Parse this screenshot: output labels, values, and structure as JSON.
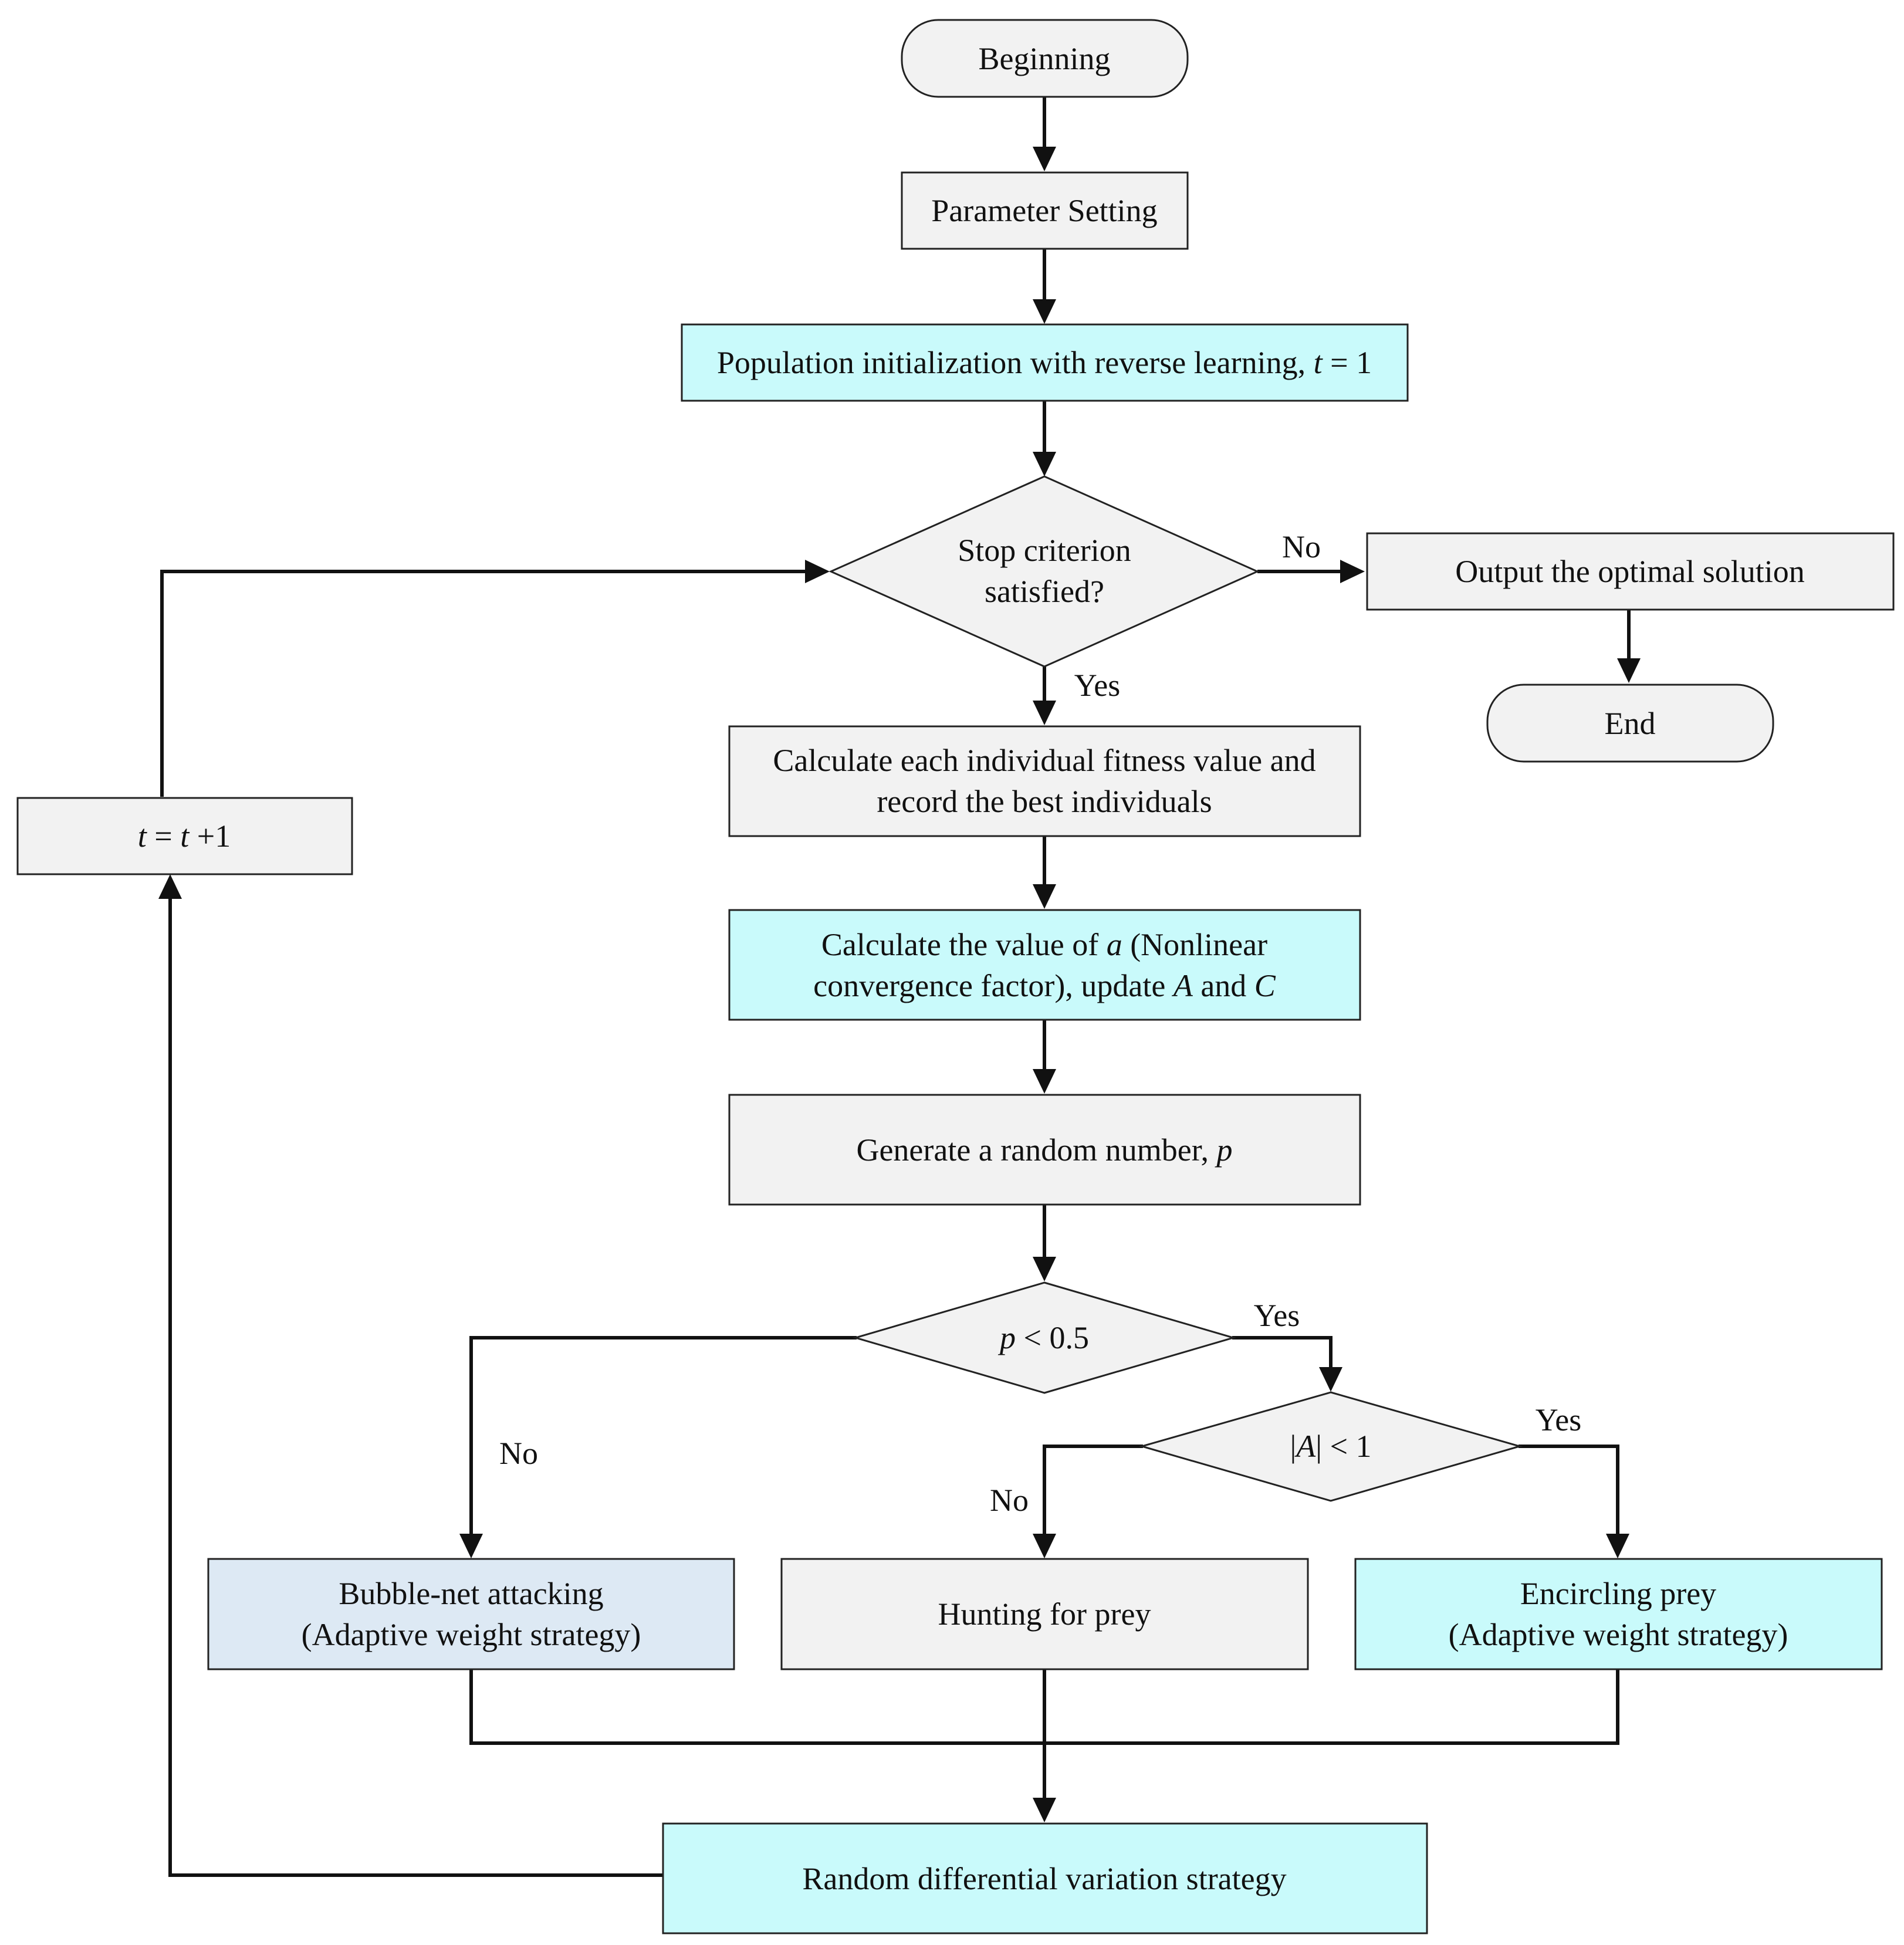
{
  "colors": {
    "gray_node": "#f2f2f2",
    "cyan_node": "#c9fafb",
    "blue_node": "#dde9f4",
    "line": "#111111"
  },
  "nodes": {
    "beginning": "Beginning",
    "parameter_setting": "Parameter Setting",
    "population_init": {
      "text": "Population initialization with reverse learning, ",
      "var": "t",
      "rest": " = 1"
    },
    "stop_criterion": {
      "line1": "Stop criterion",
      "line2": "satisfied?"
    },
    "output": "Output the optimal solution",
    "end": "End",
    "calc_fitness": {
      "line1": "Calculate each individual fitness value and",
      "line2": "record the best individuals"
    },
    "calc_a": {
      "line1_pre": "Calculate the value of  ",
      "line1_var": "a",
      "line1_post": "  (Nonlinear",
      "line2_pre": "convergence factor), update ",
      "line2_var1": "A",
      "line2_mid": " and ",
      "line2_var2": "C"
    },
    "random_number": {
      "text": "Generate a random number, ",
      "var": "p"
    },
    "p_decision": {
      "var": "p",
      "rest": " < 0.5"
    },
    "a_decision": {
      "pre": "|",
      "var": "A",
      "rest": "| < 1"
    },
    "bubble_net": {
      "line1": "Bubble-net attacking",
      "line2": "(Adaptive weight strategy)"
    },
    "hunting": "Hunting for prey",
    "encircling": {
      "line1": "Encircling prey",
      "line2": "(Adaptive weight strategy)"
    },
    "random_diff": "Random differential variation strategy",
    "increment": {
      "v1": "t",
      "eq": " = ",
      "v2": "t",
      "rest": " +1"
    }
  },
  "edge_labels": {
    "stop_no": "No",
    "stop_yes": "Yes",
    "p_yes": "Yes",
    "p_no": "No",
    "a_yes": "Yes",
    "a_no": "No"
  }
}
